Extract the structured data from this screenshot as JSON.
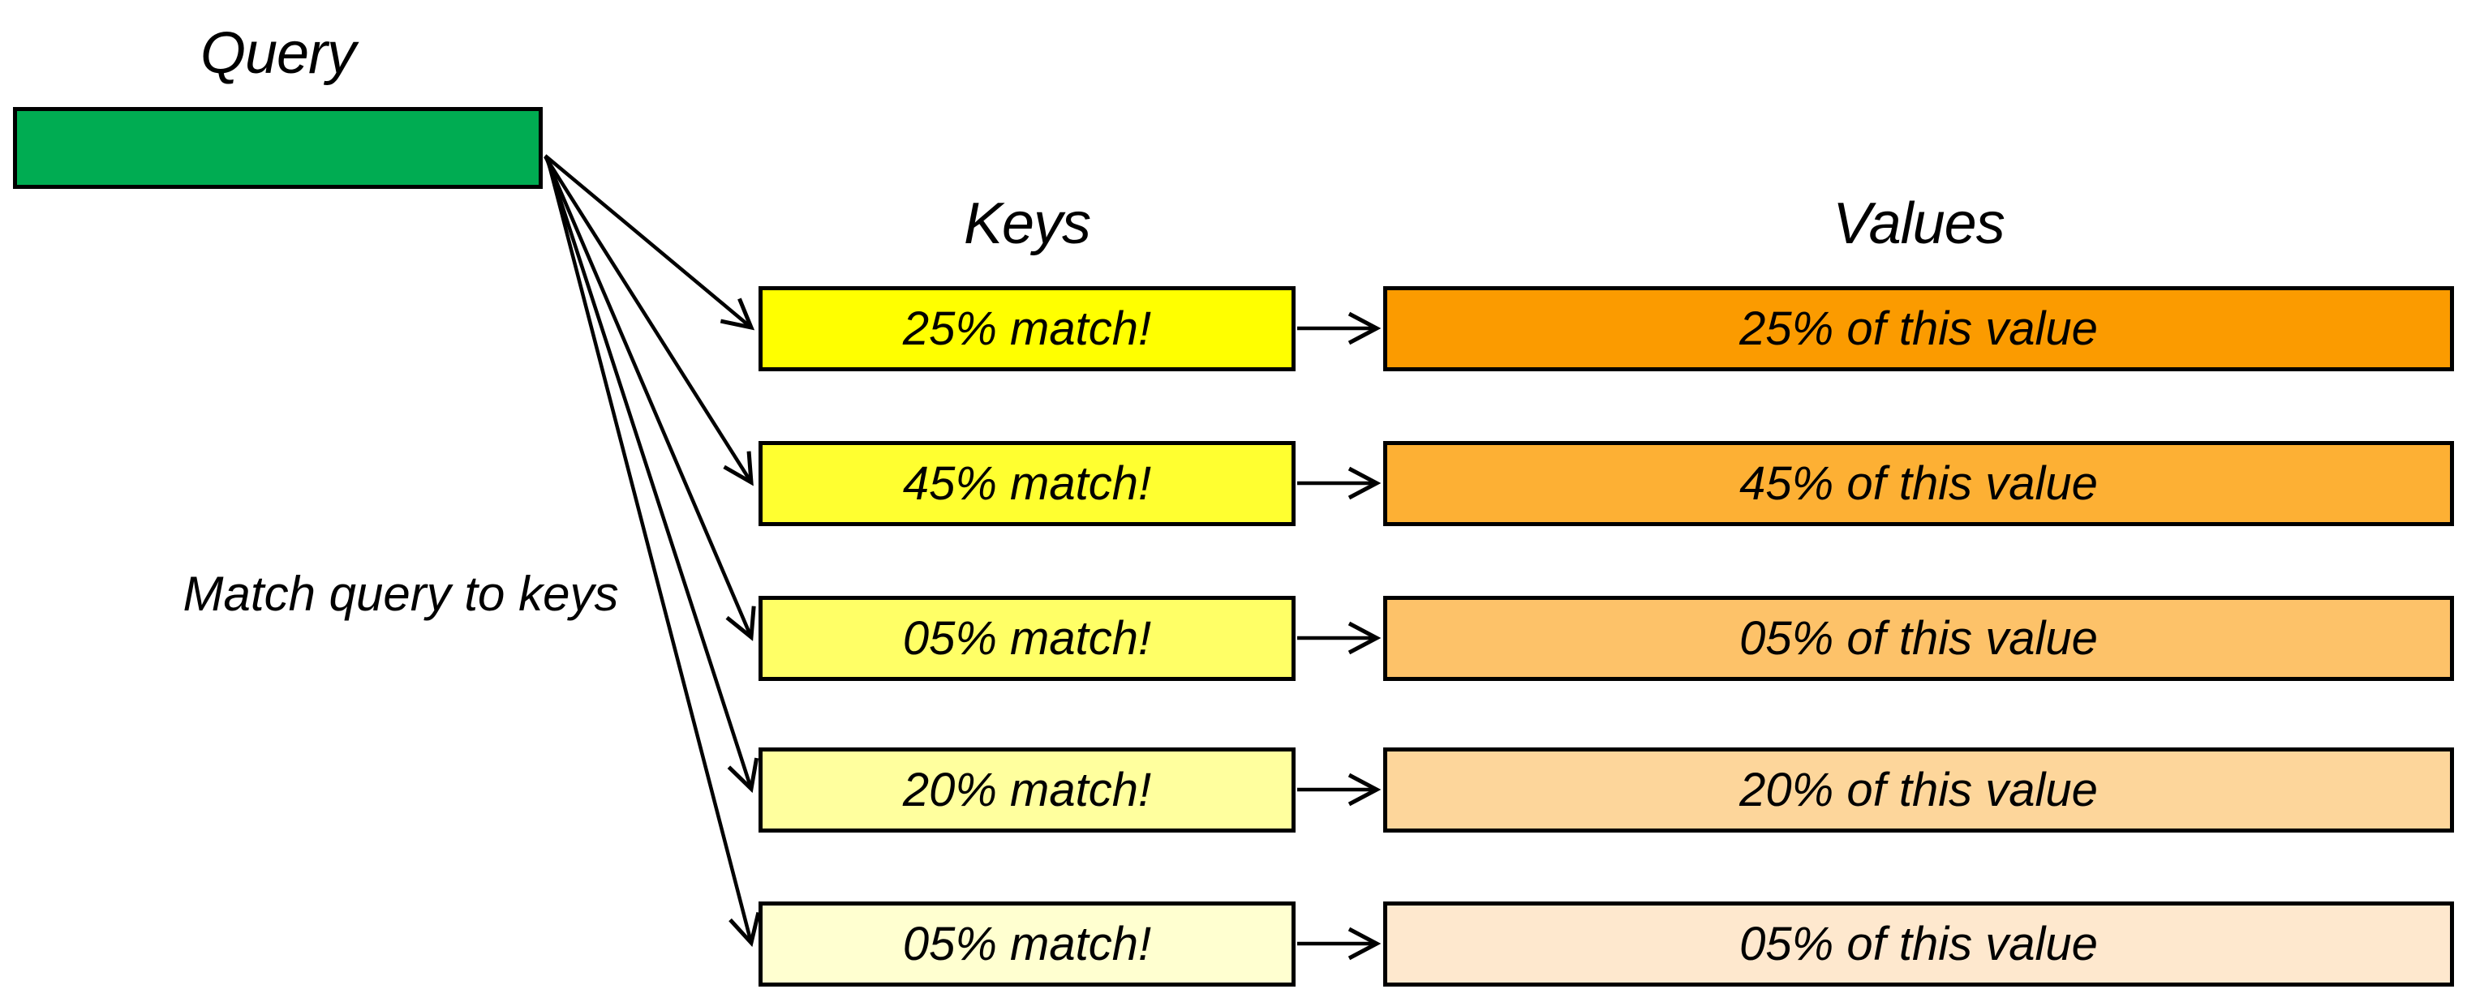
{
  "diagram": {
    "headers": {
      "query": "Query",
      "keys": "Keys",
      "values": "Values"
    },
    "annotation": "Match query to keys",
    "rows": [
      {
        "match_pct": 25,
        "key_label": "25% match!",
        "value_label": "25% of this value"
      },
      {
        "match_pct": 45,
        "key_label": "45% match!",
        "value_label": "45% of this value"
      },
      {
        "match_pct": 5,
        "key_label": "05% match!",
        "value_label": "05% of this value"
      },
      {
        "match_pct": 20,
        "key_label": "20% match!",
        "value_label": "20% of this value"
      },
      {
        "match_pct": 5,
        "key_label": "05% match!",
        "value_label": "05% of this value"
      }
    ],
    "colors": {
      "query_fill": "#00AC52",
      "key_fills": [
        "#FFFF00",
        "#FFFF30",
        "#FFFF66",
        "#FFFF9E",
        "#FFFFD0"
      ],
      "value_fills": [
        "#FB9B00",
        "#FDB034",
        "#FDC269",
        "#FDD69B",
        "#FEE8CE"
      ],
      "border": "#000000",
      "arrow": "#000000",
      "text": "#000000"
    }
  }
}
